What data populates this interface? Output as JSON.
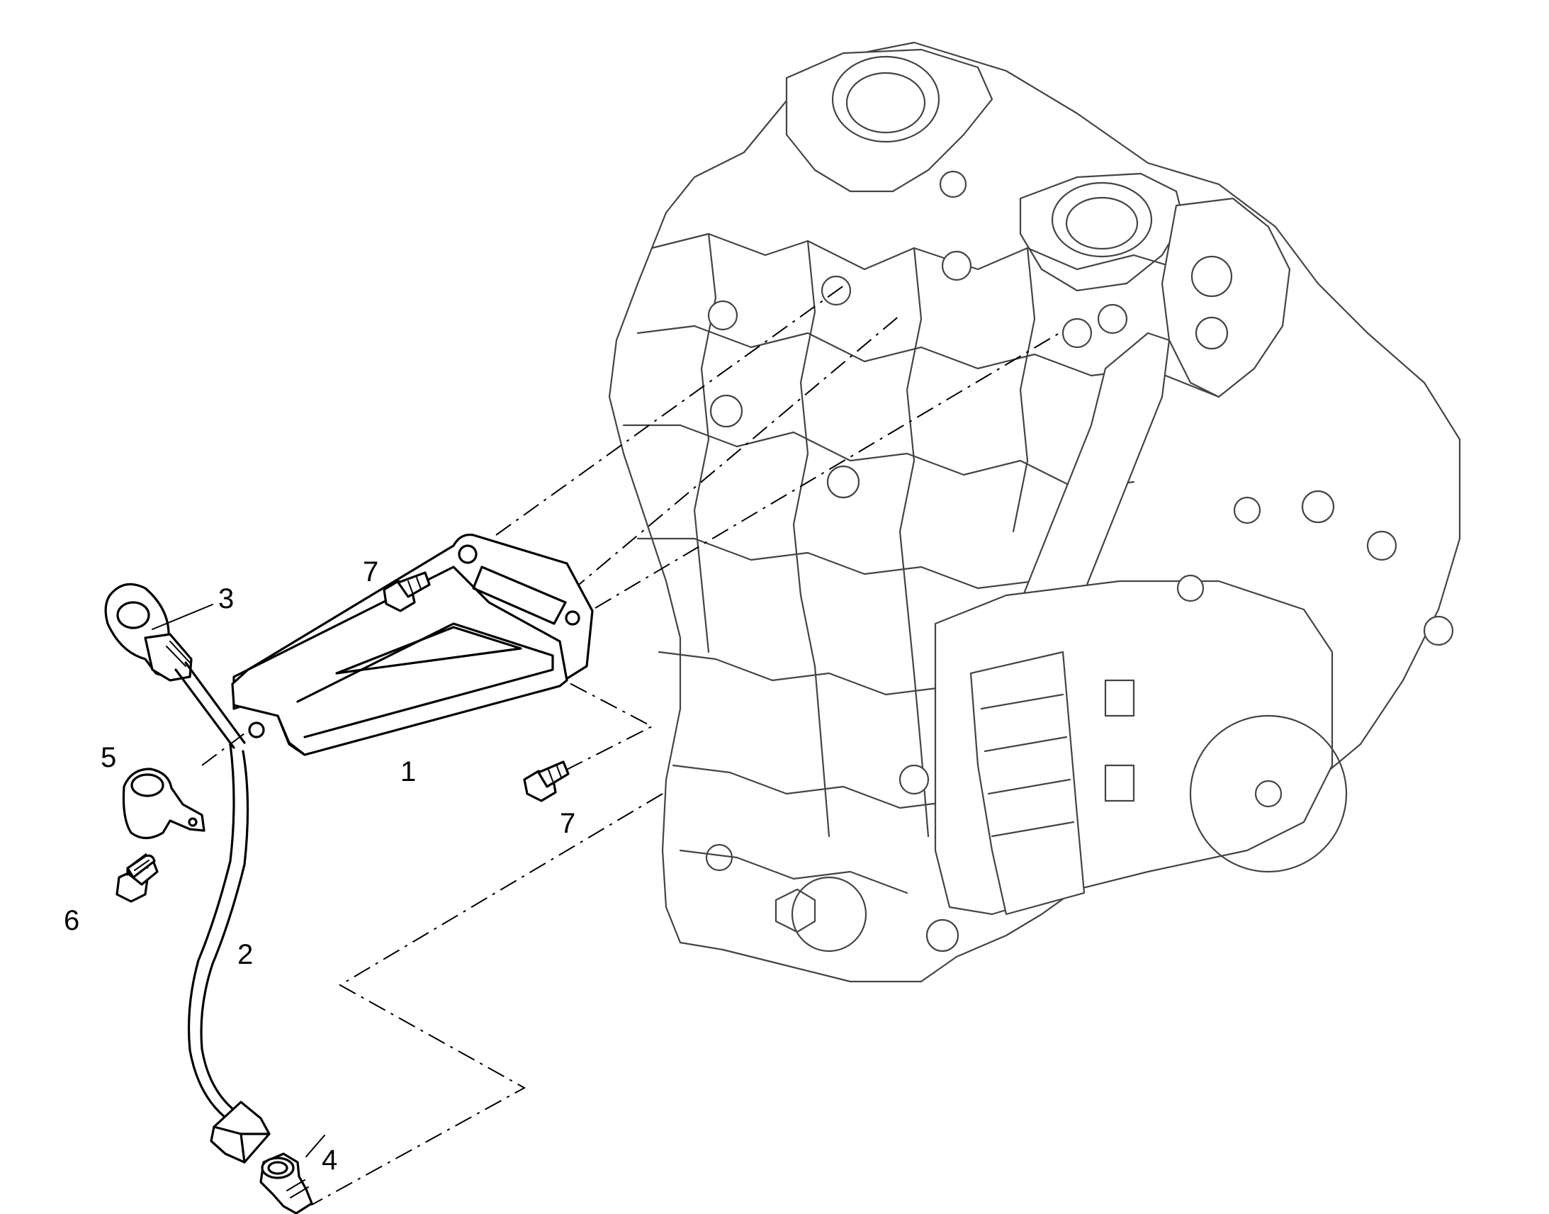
{
  "callouts": [
    {
      "id": "c1",
      "label": "1"
    },
    {
      "id": "c2",
      "label": "2"
    },
    {
      "id": "c3",
      "label": "3"
    },
    {
      "id": "c4",
      "label": "4"
    },
    {
      "id": "c5",
      "label": "5"
    },
    {
      "id": "c6",
      "label": "6"
    },
    {
      "id": "c7a",
      "label": "7"
    },
    {
      "id": "c7b",
      "label": "7"
    }
  ],
  "colors": {
    "line": "#000000",
    "engine_line": "#444444",
    "background": "#ffffff"
  }
}
